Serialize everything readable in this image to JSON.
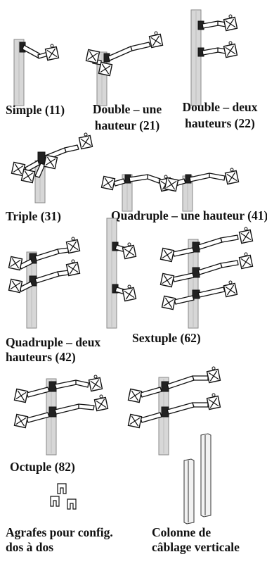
{
  "configurations": [
    {
      "id": "simple",
      "label": "Simple (11)"
    },
    {
      "id": "double-une",
      "label_line1": "Double – une",
      "label_line2": "hauteur (21)"
    },
    {
      "id": "double-deux",
      "label_line1": "Double – deux",
      "label_line2": "hauteurs (22)"
    },
    {
      "id": "triple",
      "label": "Triple (31)"
    },
    {
      "id": "quadruple-une",
      "label": "Quadruple – une hauteur (41)"
    },
    {
      "id": "quadruple-deux",
      "label_line1": "Quadruple – deux",
      "label_line2": "hauteurs (42)"
    },
    {
      "id": "sextuple",
      "label": "Sextuple (62)"
    },
    {
      "id": "octuple",
      "label": "Octuple (82)"
    }
  ],
  "accessories": [
    {
      "id": "agrafes",
      "label_line1": "Agrafes pour config.",
      "label_line2": "dos à dos"
    },
    {
      "id": "colonne",
      "label_line1": "Colonne de",
      "label_line2": "câblage verticale"
    }
  ]
}
